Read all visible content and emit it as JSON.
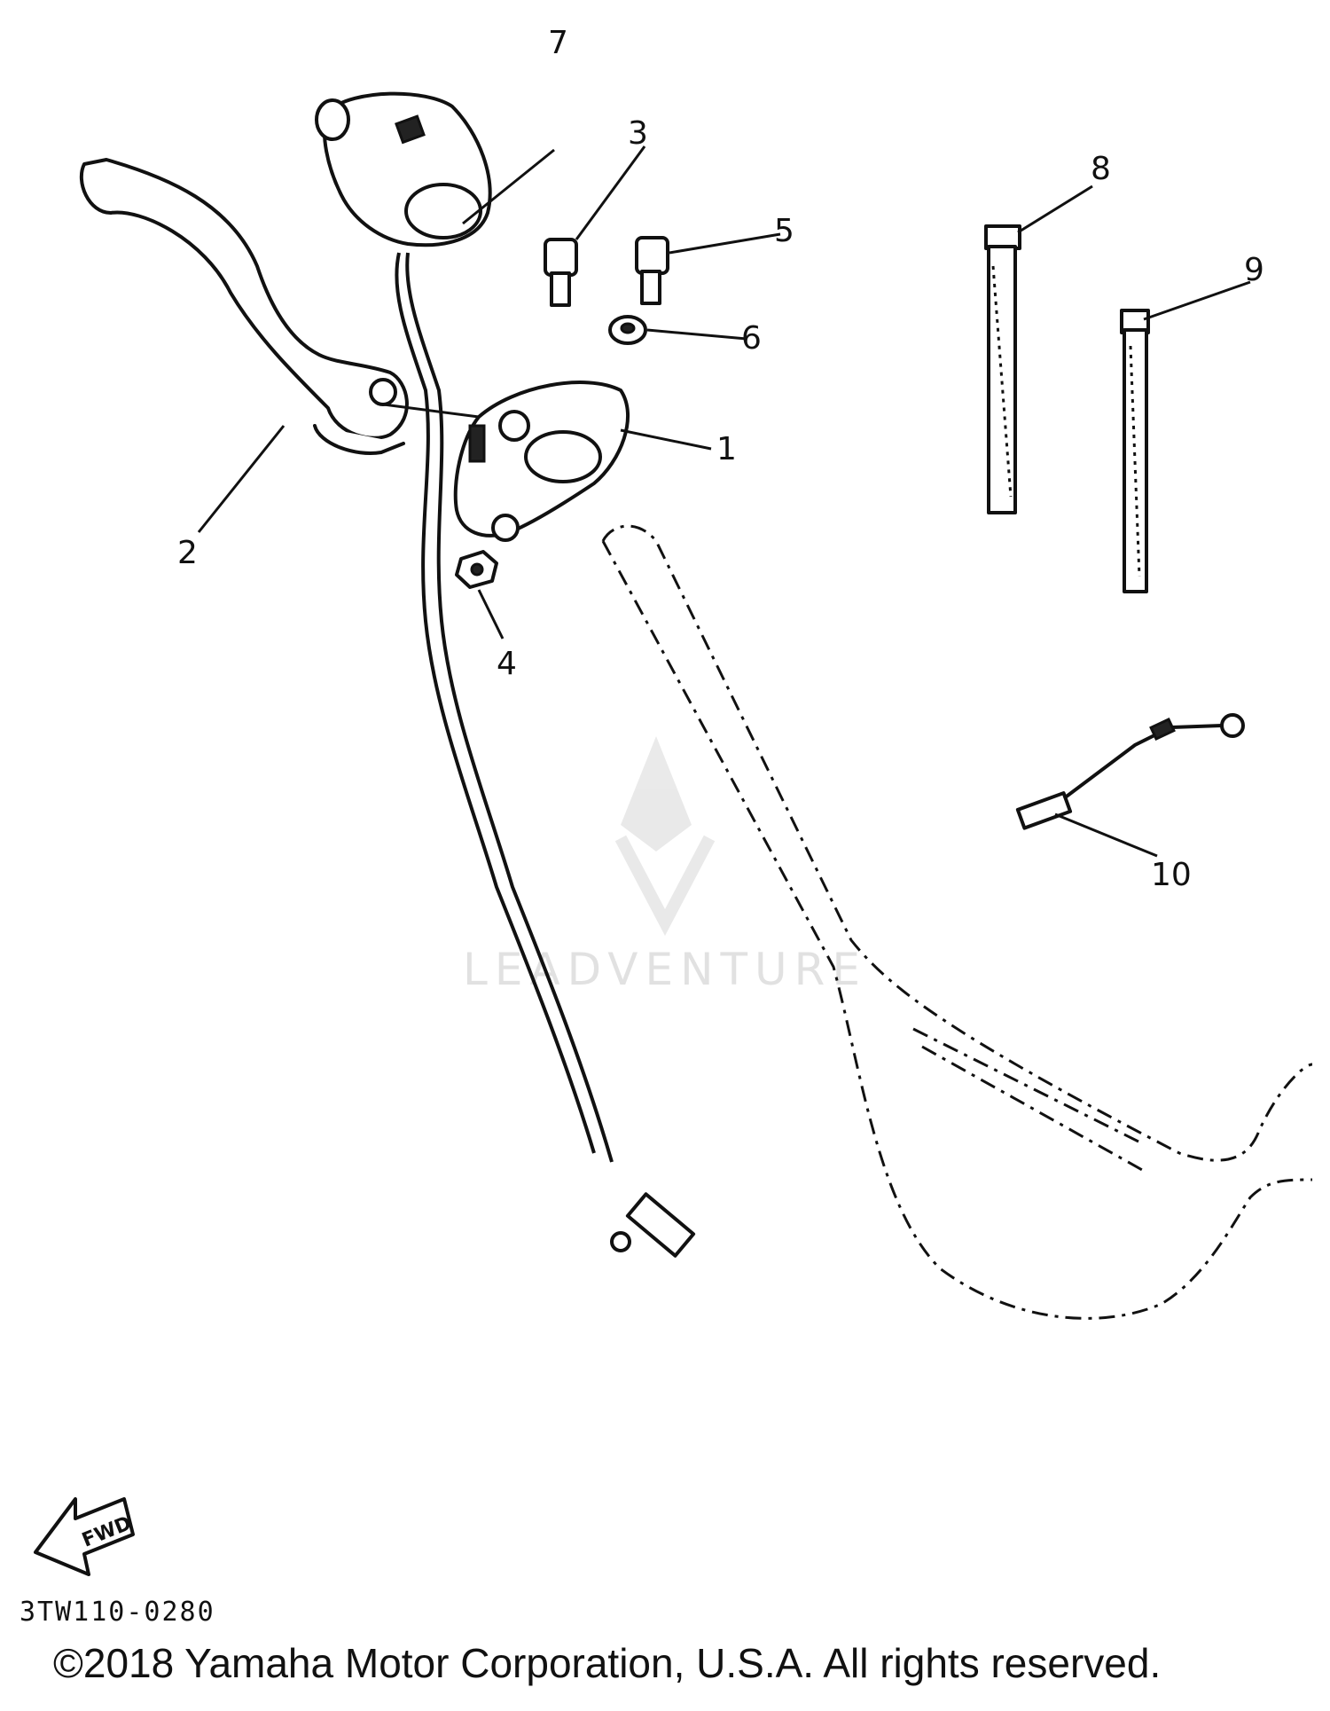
{
  "callouts": [
    {
      "number": "1"
    },
    {
      "number": "2"
    },
    {
      "number": "3"
    },
    {
      "number": "4"
    },
    {
      "number": "5"
    },
    {
      "number": "6"
    },
    {
      "number": "7"
    },
    {
      "number": "8"
    },
    {
      "number": "9"
    },
    {
      "number": "10"
    }
  ],
  "direction_marker": "FWD",
  "diagram_code": "3TW110-0280",
  "copyright": "©2018 Yamaha Motor Corporation, U.S.A. All rights reserved.",
  "watermark": "LEADVENTURE"
}
